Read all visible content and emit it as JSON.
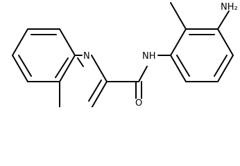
{
  "molecule": {
    "atoms": {
      "quinoline_nitrogen": "N",
      "amide_nh": "NH",
      "carbonyl_oxygen": "O",
      "amino_group": "NH₂"
    }
  }
}
